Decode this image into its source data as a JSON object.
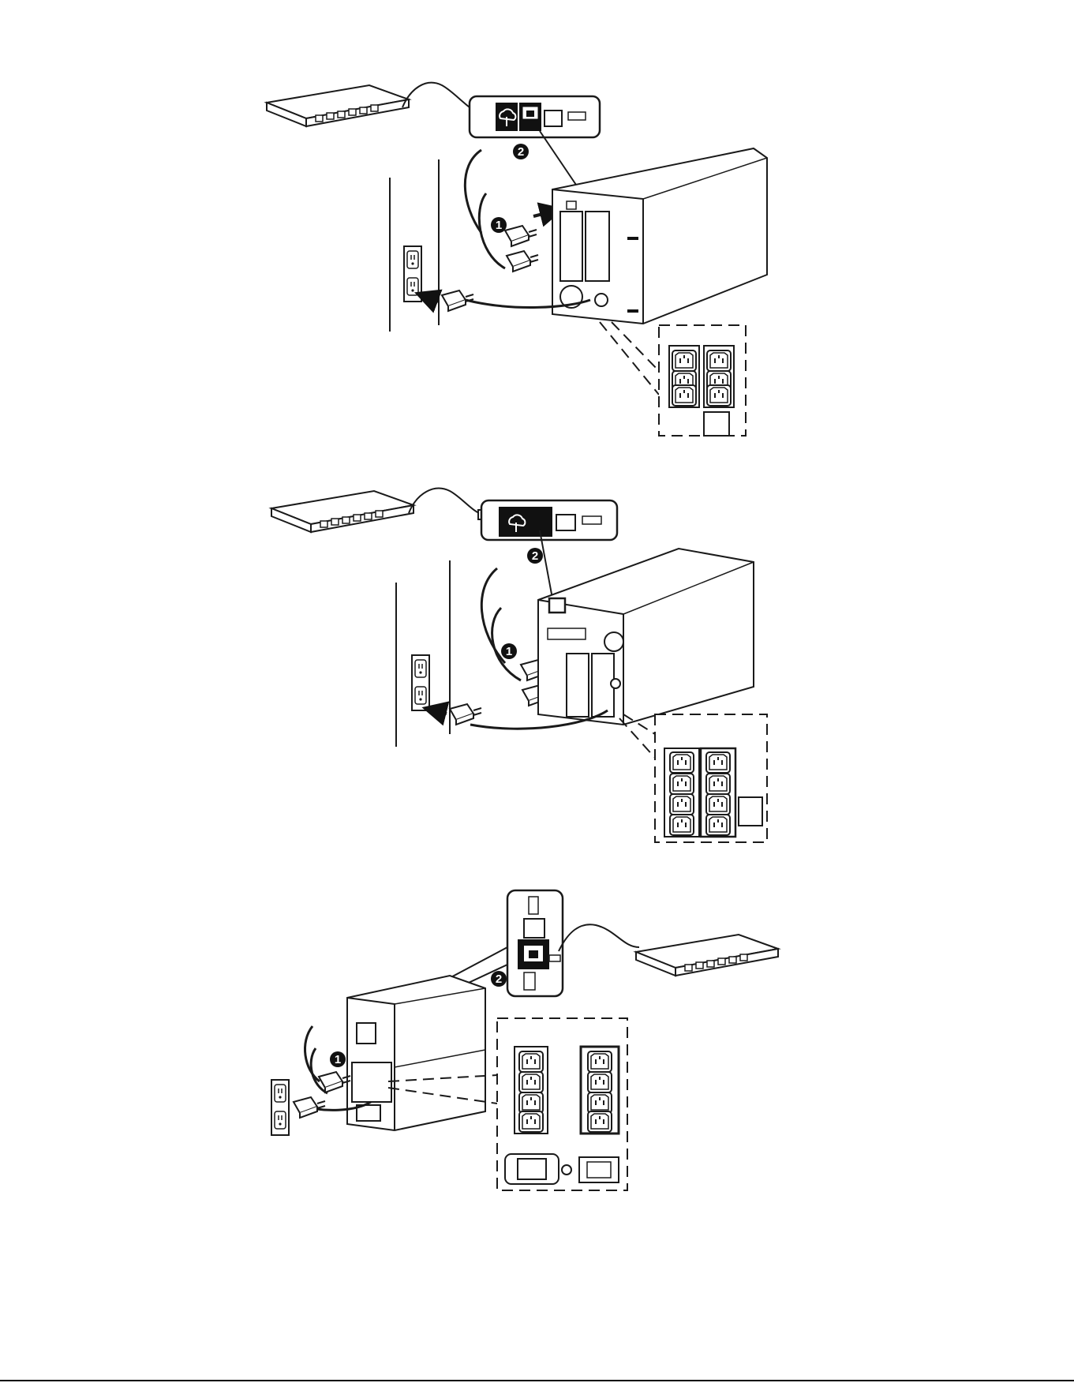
{
  "figure": {
    "panels": [
      {
        "id": "panel-1",
        "callouts": [
          "1",
          "2"
        ]
      },
      {
        "id": "panel-2",
        "callouts": [
          "1",
          "2"
        ]
      },
      {
        "id": "panel-3",
        "callouts": [
          "1",
          "2"
        ]
      }
    ]
  },
  "colors": {
    "line": "#1a1a1a",
    "fill": "#ffffff",
    "dark": "#111111",
    "accent": "#bdbdbd"
  },
  "icons": [
    "network-switch-icon",
    "ethernet-cable-icon",
    "wall-outlet-icon",
    "power-plug-icon",
    "ups-unit-icon",
    "network-port-icon",
    "usb-port-icon",
    "cloud-upload-icon"
  ]
}
